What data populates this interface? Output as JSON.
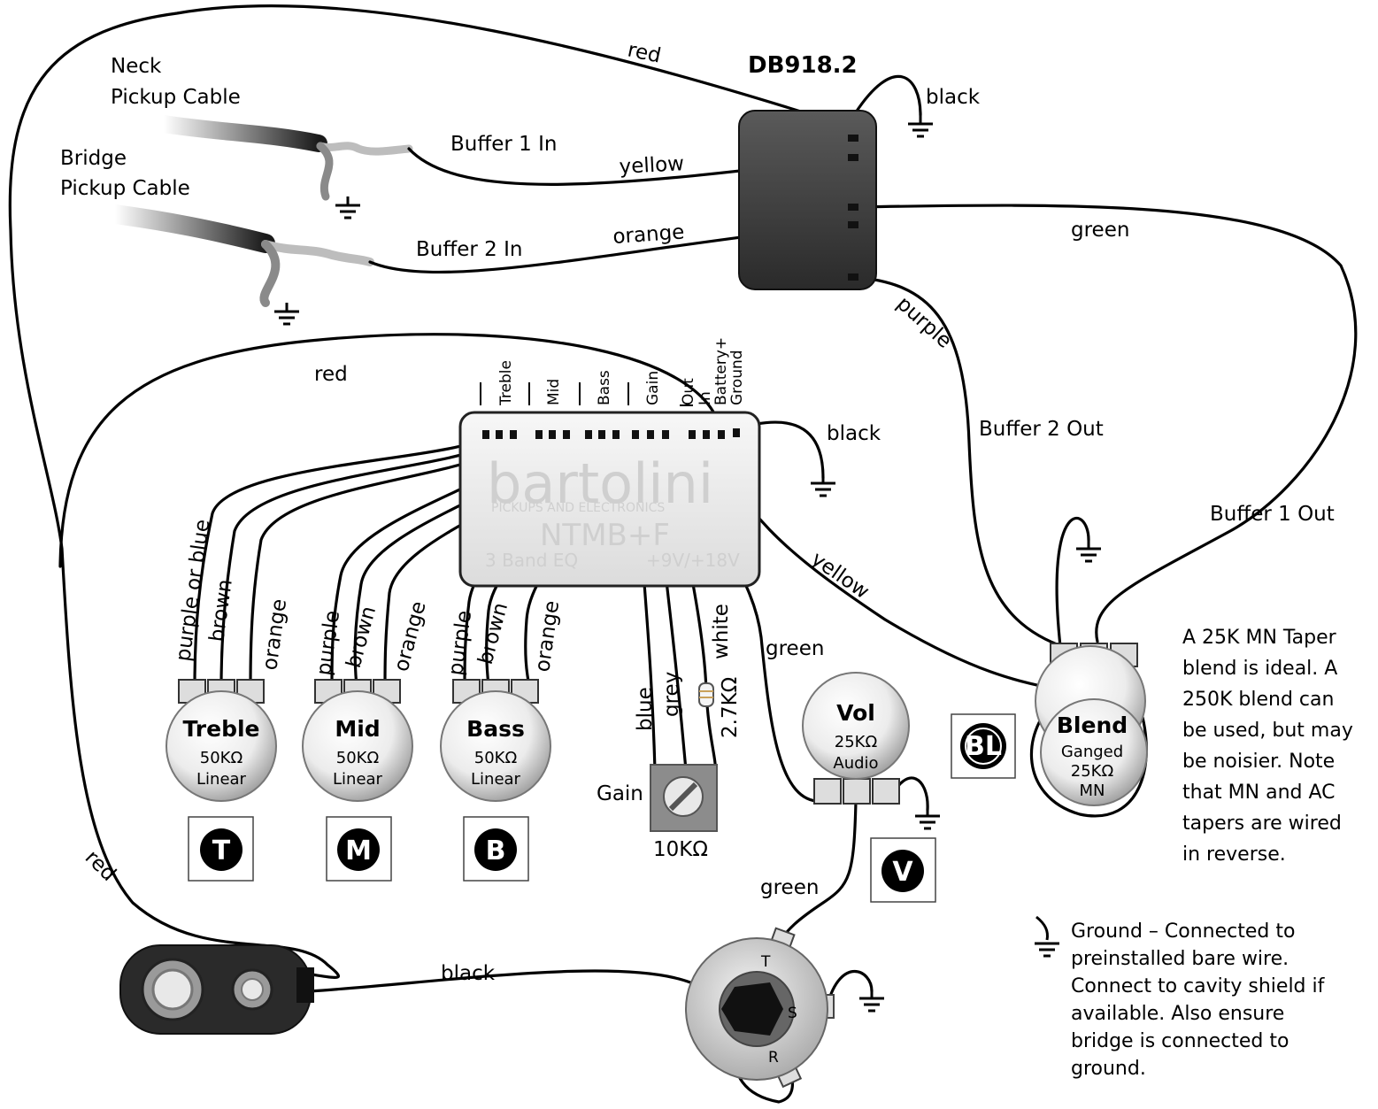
{
  "title": "DB918.2",
  "cables": {
    "neck": [
      "Neck",
      "Pickup Cable"
    ],
    "bridge": [
      "Bridge",
      "Pickup Cable"
    ]
  },
  "buffer_labels": {
    "buffer1_in": "Buffer 1 In",
    "buffer2_in": "Buffer 2 In",
    "buffer1_out": "Buffer 1 Out",
    "buffer2_out": "Buffer 2 Out"
  },
  "wire_colors": {
    "red_top": "red",
    "red_mid": "red",
    "red_left": "red",
    "black_db": "black",
    "black_preamp": "black",
    "black_battery": "black",
    "yellow_db": "yellow",
    "orange_db": "orange",
    "green_db": "green",
    "purple_db": "purple",
    "yellow_preamp": "yellow",
    "green_preamp": "green",
    "green_jack": "green",
    "treble": [
      "purple or blue",
      "brown",
      "orange"
    ],
    "mid": [
      "purple",
      "brown",
      "orange"
    ],
    "bass": [
      "purple",
      "brown",
      "orange"
    ],
    "gain": [
      "blue",
      "grey",
      "white"
    ]
  },
  "preamp": {
    "terminal_labels": [
      "Treble",
      "Mid",
      "Bass",
      "Gain",
      "Out",
      "In",
      "Battery+",
      "Ground"
    ],
    "watermark_brand": "bartolini",
    "watermark_sub": "PICKUPS AND ELECTRONICS",
    "watermark_model": "NTMB+F",
    "watermark_left": "3 Band EQ",
    "watermark_right": "+9V/+18V"
  },
  "pots": {
    "treble": {
      "name": "Treble",
      "value": "50KΩ",
      "taper": "Linear",
      "badge": "T"
    },
    "mid": {
      "name": "Mid",
      "value": "50KΩ",
      "taper": "Linear",
      "badge": "M"
    },
    "bass": {
      "name": "Bass",
      "value": "50KΩ",
      "taper": "Linear",
      "badge": "B"
    },
    "vol": {
      "name": "Vol",
      "value": "25KΩ",
      "taper": "Audio",
      "badge": "V"
    },
    "blend": {
      "name": "Blend",
      "line2": "Ganged",
      "value": "25KΩ",
      "taper": "MN",
      "badge": "BL"
    }
  },
  "gain_trim": {
    "label": "Gain",
    "value": "10KΩ",
    "resistor": "2.7KΩ"
  },
  "jack": {
    "tip": "T",
    "sleeve": "S",
    "ring": "R"
  },
  "note": [
    "A 25K MN Taper",
    "blend is ideal. A",
    "250K blend can",
    "be used, but may",
    "be noisier. Note",
    "that MN and AC",
    "tapers are wired",
    "in reverse."
  ],
  "legend": [
    "Ground – Connected to",
    "preinstalled bare wire.",
    "Connect to cavity shield if",
    "available.  Also ensure",
    "bridge is connected to",
    "ground."
  ]
}
